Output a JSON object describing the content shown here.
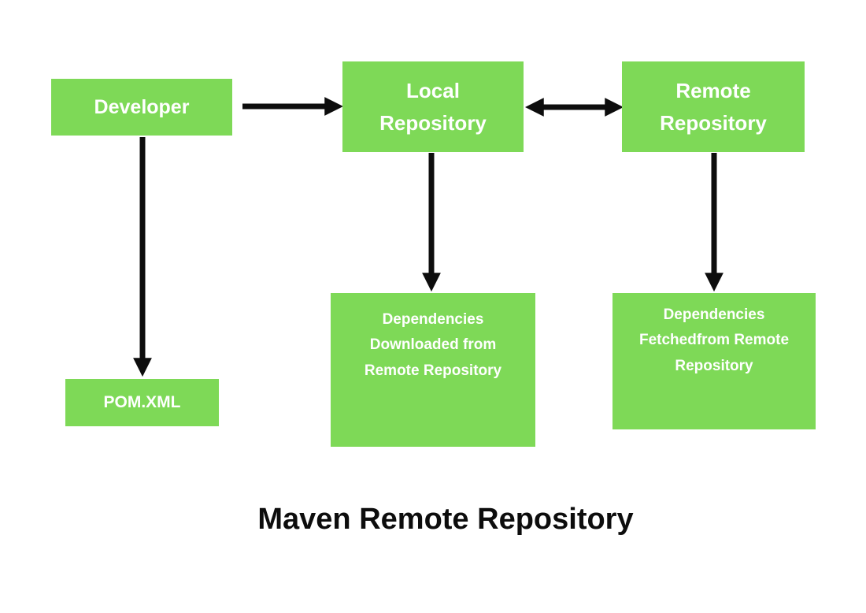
{
  "diagram": {
    "title": "Maven Remote Repository",
    "colors": {
      "node_fill": "#7ED957",
      "node_text": "#ffffff",
      "arrow": "#0d0d0d",
      "title_text": "#0d0d0d",
      "background": "#ffffff"
    },
    "nodes": {
      "developer": {
        "label": "Developer"
      },
      "local_repository": {
        "label": "Local\nRepository"
      },
      "remote_repository": {
        "label": "Remote\nRepository"
      },
      "pom_xml": {
        "label": "POM.XML"
      },
      "dependencies_downloaded": {
        "label": "Dependencies\nDownloaded from\nRemote Repository"
      },
      "dependencies_fetched": {
        "label": "Dependencies\nFetchedfrom Remote\nRepository"
      }
    },
    "edges": [
      {
        "from": "developer",
        "to": "local_repository",
        "direction": "one-way"
      },
      {
        "from": "local_repository",
        "to": "remote_repository",
        "direction": "two-way"
      },
      {
        "from": "developer",
        "to": "pom_xml",
        "direction": "one-way"
      },
      {
        "from": "local_repository",
        "to": "dependencies_downloaded",
        "direction": "one-way"
      },
      {
        "from": "remote_repository",
        "to": "dependencies_fetched",
        "direction": "one-way"
      }
    ]
  }
}
